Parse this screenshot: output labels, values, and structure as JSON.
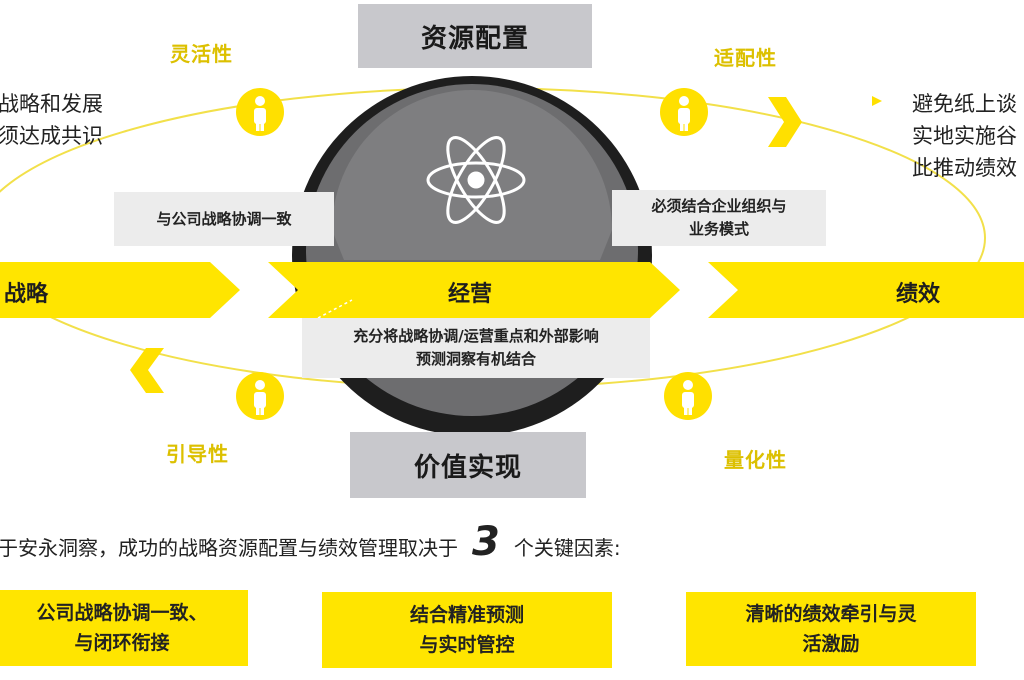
{
  "colors": {
    "accent_yellow": "#ffe500",
    "dark_ring": "#1e1e1e",
    "grey_box": "#ececec",
    "title_box": "#c8c8cc"
  },
  "diagram": {
    "top_box": "资源配置",
    "bottom_box": "价值实现",
    "center_icon": "atom-icon",
    "arrows": [
      "战略",
      "经营",
      "绩效"
    ],
    "traits": {
      "top_left": "灵活性",
      "top_right": "适配性",
      "bottom_left": "引导性",
      "bottom_right": "量化性"
    },
    "person_icon": "person-icon",
    "callouts": {
      "left": "与公司战略协调一致",
      "right_line1": "必须结合企业组织与",
      "right_line2": "业务模式",
      "center_line1": "充分将战略协调/运营重点和外部影响",
      "center_line2": "预测洞察有机结合"
    },
    "left_text": [
      "战略和发展",
      "须达成共识"
    ],
    "right_text": [
      "避免纸上谈",
      "实地实施谷",
      "此推动绩效"
    ]
  },
  "summary": {
    "before": "于安永洞察，成功的战略资源配置与绩效管理取决于",
    "number": "3",
    "after": "个关键因素:"
  },
  "factors": [
    {
      "line1": "公司战略协调一致、",
      "line2": "与闭环衔接"
    },
    {
      "line1": "结合精准预测",
      "line2": "与实时管控"
    },
    {
      "line1": "清晰的绩效牵引与灵",
      "line2": "活激励"
    }
  ]
}
